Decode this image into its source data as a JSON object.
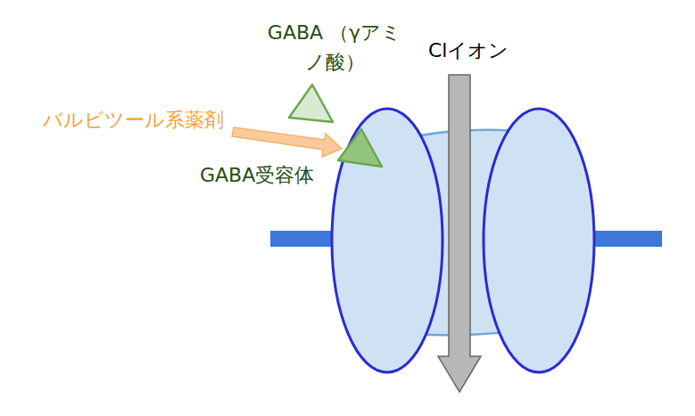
{
  "diagram": {
    "nodes": [
      {
        "text": [
          "GABA （γアミノ酸）"
        ]
      },
      {
        "text": [
          "GABA受容体"
        ]
      }
    ],
    "labels": [
      "Clイオン",
      "バルビツール系薬剤"
    ]
  }
}
